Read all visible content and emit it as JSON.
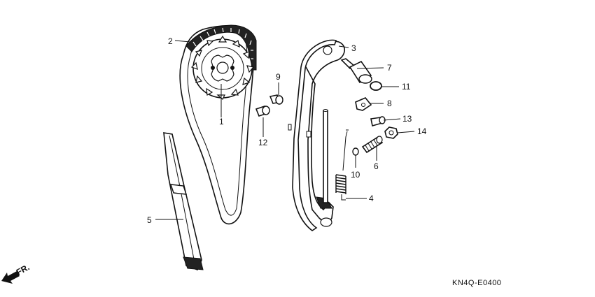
{
  "diagram_code": "KN4Q-E0400",
  "direction_label": "FR.",
  "callouts": [
    {
      "num": "1"
    },
    {
      "num": "2"
    },
    {
      "num": "3"
    },
    {
      "num": "4"
    },
    {
      "num": "5"
    },
    {
      "num": "6"
    },
    {
      "num": "7"
    },
    {
      "num": "8"
    },
    {
      "num": "9"
    },
    {
      "num": "10"
    },
    {
      "num": "11"
    },
    {
      "num": "12"
    },
    {
      "num": "13"
    },
    {
      "num": "14"
    }
  ]
}
